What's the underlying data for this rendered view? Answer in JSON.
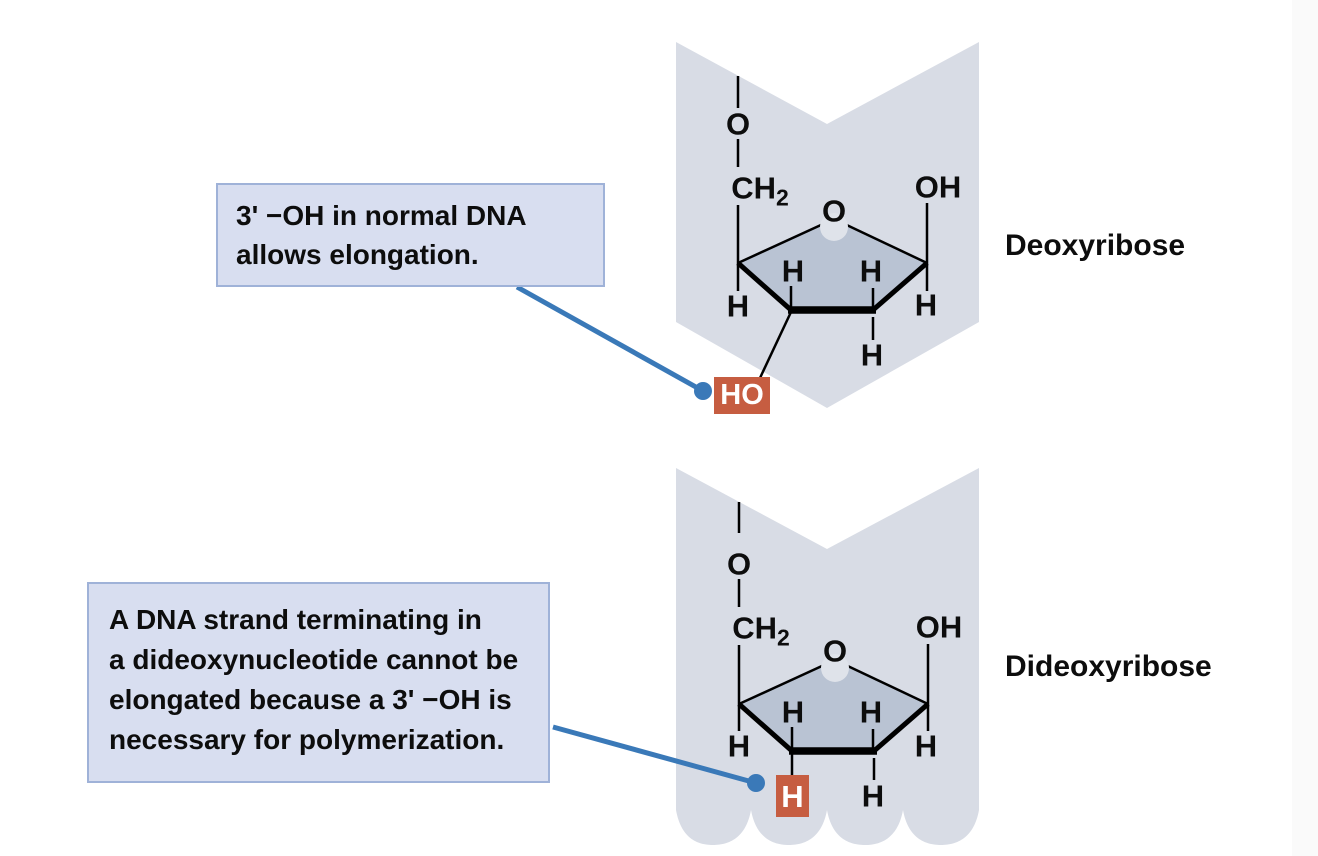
{
  "colors": {
    "strand_fill": "#d8dce5",
    "ring_fill": "#b9c3d3",
    "ring_notch_fill": "#dfe3ea",
    "bond_color": "#000000",
    "highlight_box_fill": "#c65d41",
    "highlight_box_text": "#ffffff",
    "callout_fill": "#d8def0",
    "callout_border": "#9fb2d8",
    "connector_blue": "#3a79b8",
    "text_color": "#0d0d0d"
  },
  "top_structure": {
    "title": "Deoxyribose",
    "callout_line1": "3' −OH in normal DNA",
    "callout_line2": "allows elongation.",
    "chain_oxygen": "O",
    "methylene": "CH",
    "methylene_sub": "2",
    "ring_oxygen": "O",
    "hydroxyl": "OH",
    "hydrogen": "H",
    "highlight_label": "HO"
  },
  "bottom_structure": {
    "title": "Dideoxyribose",
    "callout_line1": "A DNA strand terminating in",
    "callout_line2": "a dideoxynucleotide cannot be",
    "callout_line3": "elongated because a 3' −OH is",
    "callout_line4": "necessary for polymerization.",
    "chain_oxygen": "O",
    "methylene": "CH",
    "methylene_sub": "2",
    "ring_oxygen": "O",
    "hydroxyl": "OH",
    "hydrogen": "H",
    "highlight_label": "H"
  }
}
